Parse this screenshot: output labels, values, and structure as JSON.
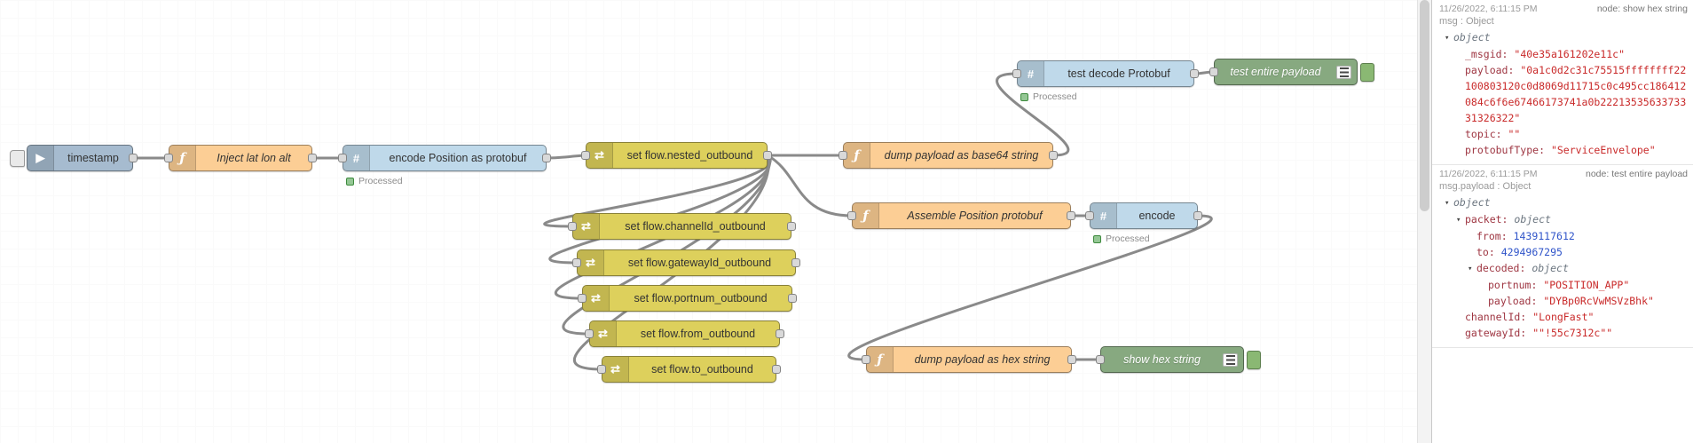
{
  "colors": {
    "inject_node": "#a6bbcf",
    "function_node": "#fcce95",
    "change_node": "#ddd05c",
    "protobuf_node": "#bfd9ea",
    "debug_node": "#87a980",
    "wire": "#8a8a8a",
    "status_green": "#94c794",
    "debug_key": "#9e3541",
    "debug_string": "#c92a2a",
    "debug_number": "#2f54c9"
  },
  "icons": {
    "inject": "▶",
    "function": "ƒ",
    "protobuf": "#",
    "change": "⇄",
    "expander": "▾"
  },
  "flow": {
    "nodes": [
      {
        "id": "timestamp",
        "type": "inject",
        "label": "timestamp"
      },
      {
        "id": "inject-lat-lon-alt",
        "type": "function",
        "label": "Inject lat lon alt"
      },
      {
        "id": "encode-position-as-protobuf",
        "type": "protobuf",
        "label": "encode Position as protobuf",
        "status": "Processed"
      },
      {
        "id": "set-flow-nested-outbound",
        "type": "change",
        "label": "set flow.nested_outbound"
      },
      {
        "id": "dump-payload-as-base64-string",
        "type": "function",
        "label": "dump payload as base64 string"
      },
      {
        "id": "test-decode-protobuf",
        "type": "protobuf",
        "label": "test decode Protobuf",
        "status": "Processed"
      },
      {
        "id": "test-entire-payload",
        "type": "debug",
        "label": "test entire payload"
      },
      {
        "id": "set-flow-channelid-outbound",
        "type": "change",
        "label": "set flow.channelId_outbound"
      },
      {
        "id": "set-flow-gatewayid-outbound",
        "type": "change",
        "label": "set flow.gatewayId_outbound"
      },
      {
        "id": "set-flow-portnum-outbound",
        "type": "change",
        "label": "set flow.portnum_outbound"
      },
      {
        "id": "set-flow-from-outbound",
        "type": "change",
        "label": "set flow.from_outbound"
      },
      {
        "id": "set-flow-to-outbound",
        "type": "change",
        "label": "set flow.to_outbound"
      },
      {
        "id": "assemble-position-protobuf",
        "type": "function",
        "label": "Assemble Position protobuf"
      },
      {
        "id": "encode",
        "type": "protobuf",
        "label": "encode",
        "status": "Processed"
      },
      {
        "id": "dump-payload-as-hex-string",
        "type": "function",
        "label": "dump payload as hex string"
      },
      {
        "id": "show-hex-string",
        "type": "debug",
        "label": "show hex string"
      }
    ]
  },
  "debug": {
    "messages": [
      {
        "timestamp": "11/26/2022, 6:11:15 PM",
        "node": "node: show hex string",
        "path": "msg : Object",
        "root_type": "object",
        "lines": [
          {
            "key": "_msgid:",
            "value": "\"40e35a161202e11c\"",
            "type": "string",
            "indent": 1
          },
          {
            "key": "payload:",
            "value": "\"0a1c0d2c31c75515ffffffff22100803120c0d8069d11715c0c495cc186412084c6f6e67466173741a0b2221353563373331326322\"",
            "type": "string",
            "indent": 1
          },
          {
            "key": "topic:",
            "value": "\"\"",
            "type": "string",
            "indent": 1
          },
          {
            "key": "protobufType:",
            "value": "\"ServiceEnvelope\"",
            "type": "string",
            "indent": 1
          }
        ]
      },
      {
        "timestamp": "11/26/2022, 6:11:15 PM",
        "node": "node: test entire payload",
        "path": "msg.payload : Object",
        "root_type": "object",
        "lines": [
          {
            "key": "packet:",
            "value": "object",
            "type": "object",
            "indent": 1
          },
          {
            "key": "from:",
            "value": "1439117612",
            "type": "number",
            "indent": 2
          },
          {
            "key": "to:",
            "value": "4294967295",
            "type": "number",
            "indent": 2
          },
          {
            "key": "decoded:",
            "value": "object",
            "type": "object",
            "indent": 2
          },
          {
            "key": "portnum:",
            "value": "\"POSITION_APP\"",
            "type": "string",
            "indent": 3
          },
          {
            "key": "payload:",
            "value": "\"DYBp0RcVwMSVzBhk\"",
            "type": "string",
            "indent": 3
          },
          {
            "key": "channelId:",
            "value": "\"LongFast\"",
            "type": "string",
            "indent": 1
          },
          {
            "key": "gatewayId:",
            "value": "\"\"!55c7312c\"\"",
            "type": "string",
            "indent": 1
          }
        ]
      }
    ]
  }
}
